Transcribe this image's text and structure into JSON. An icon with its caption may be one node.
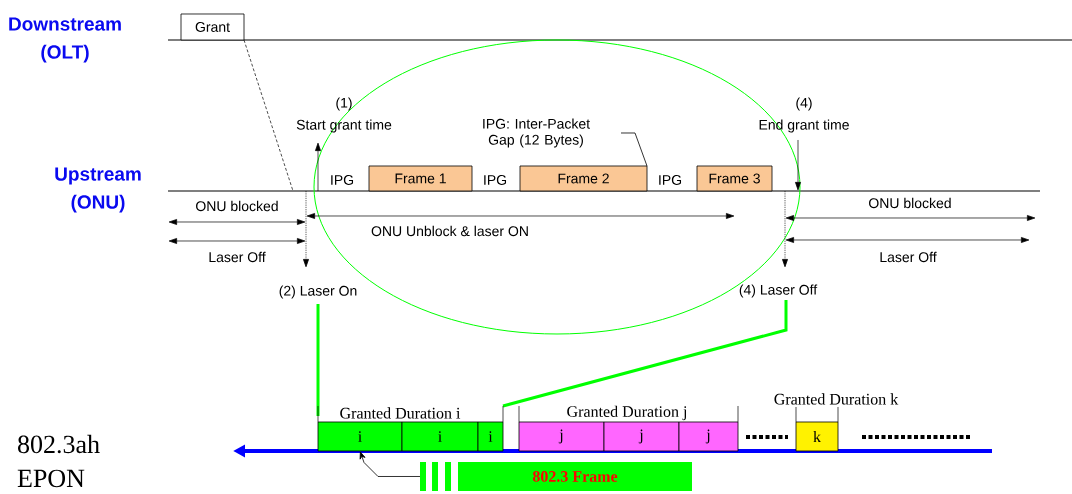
{
  "diagram": {
    "nodes": [
      {
        "text": [
          "Grant"
        ]
      },
      {
        "text": [
          "IPG: Inter-Packet Gap (12 Bytes)"
        ]
      },
      {
        "text": [
          "Frame 1"
        ]
      },
      {
        "text": [
          "Frame 2"
        ]
      },
      {
        "text": [
          "Frame 3"
        ]
      },
      {
        "text": [
          "i"
        ]
      },
      {
        "text": [
          "i"
        ]
      },
      {
        "text": [
          "i"
        ]
      },
      {
        "text": [
          "j"
        ]
      },
      {
        "text": [
          "j"
        ]
      },
      {
        "text": [
          "j"
        ]
      },
      {
        "text": [
          "k"
        ]
      },
      {
        "text": [
          "802.3 Frame"
        ]
      }
    ],
    "edges": [
      {
        "from": 1,
        "to": 3,
        "arrow": "none"
      },
      {
        "from": 12,
        "to": 5,
        "arrow": "to"
      }
    ],
    "labels": [
      "Downstream (OLT)",
      "(1)",
      "(4)",
      "Start grant time",
      "End grant time",
      "Upstream (ONU)",
      "IPG",
      "IPG",
      "IPG",
      "ONU blocked",
      "ONU blocked",
      "ONU Unblock & laser ON",
      "Laser Off",
      "Laser Off",
      "(2) Laser On",
      "(4) Laser Off",
      "Granted Duration k",
      "Granted Duration i",
      "Granted Duration j",
      "802.3ah EPON"
    ]
  }
}
